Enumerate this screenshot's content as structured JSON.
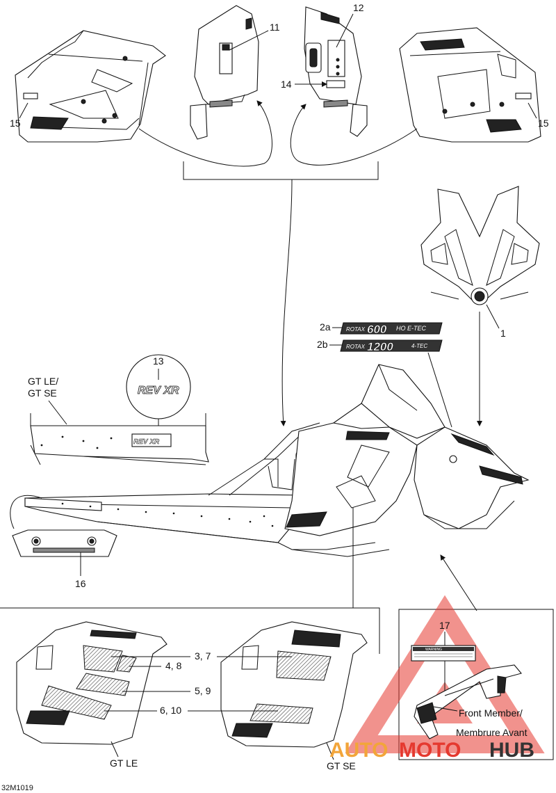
{
  "figure_code": "32M1019",
  "callouts": {
    "c1": "1",
    "c2a": "2a",
    "c2b": "2b",
    "c3_7": "3, 7",
    "c4_8": "4, 8",
    "c5_9": "5, 9",
    "c6_10": "6, 10",
    "c11": "11",
    "c12": "12",
    "c13": "13",
    "c14": "14",
    "c15_left": "15",
    "c15_right": "15",
    "c16": "16",
    "c17": "17"
  },
  "model_labels": {
    "gt_le_se_line1": "GT LE/",
    "gt_le_se_line2": "GT SE",
    "gt_le": "GT LE",
    "gt_se": "GT SE"
  },
  "decals": {
    "rotax_600_brand": "ROTAX",
    "rotax_600_number": "600",
    "rotax_600_suffix": "HO E-TEC",
    "rotax_1200_brand": "ROTAX",
    "rotax_1200_number": "1200",
    "rotax_1200_suffix": "4-TEC",
    "rev_xr": "REV XR",
    "warning_title": "WARNING"
  },
  "front_member": {
    "line1": "Front Member/",
    "line2": "Membrure Avant"
  },
  "watermark": {
    "part1": "AUTO",
    "part2": "MOTO",
    "part3": "HUB",
    "color_triangle": "#e5392f",
    "color_auto": "#f2a53a",
    "color_moto": "#e5392f",
    "color_hub": "#333333"
  }
}
